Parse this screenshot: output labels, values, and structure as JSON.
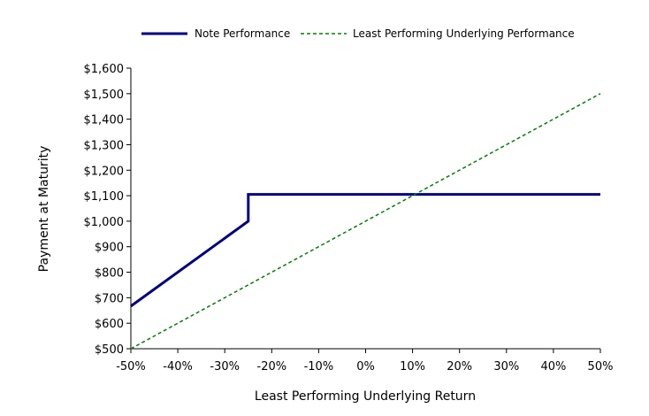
{
  "chart_data": {
    "type": "line",
    "xlabel": "Least Performing Underlying Return",
    "ylabel": "Payment at Maturity",
    "xlim": [
      -50,
      50
    ],
    "ylim": [
      500,
      1600
    ],
    "x_ticks": [
      -50,
      -40,
      -30,
      -20,
      -10,
      0,
      10,
      20,
      30,
      40,
      50
    ],
    "x_tick_labels": [
      "-50%",
      "-40%",
      "-30%",
      "-20%",
      "-10%",
      "0%",
      "10%",
      "20%",
      "30%",
      "40%",
      "50%"
    ],
    "y_ticks": [
      500,
      600,
      700,
      800,
      900,
      1000,
      1100,
      1200,
      1300,
      1400,
      1500,
      1600
    ],
    "y_tick_labels": [
      "$500",
      "$600",
      "$700",
      "$800",
      "$900",
      "$1,000",
      "$1,100",
      "$1,200",
      "$1,300",
      "$1,400",
      "$1,500",
      "$1,600"
    ],
    "grid": false,
    "legend_position": "top",
    "series": [
      {
        "name": "Note Performance",
        "color": "#000080",
        "style": "solid",
        "x": [
          -50,
          -25,
          -25,
          50
        ],
        "y": [
          667,
          1000,
          1105,
          1105
        ]
      },
      {
        "name": "Least Performing Underlying Performance",
        "color": "#008000",
        "style": "dashed",
        "x": [
          -50,
          50
        ],
        "y": [
          500,
          1500
        ]
      }
    ]
  }
}
